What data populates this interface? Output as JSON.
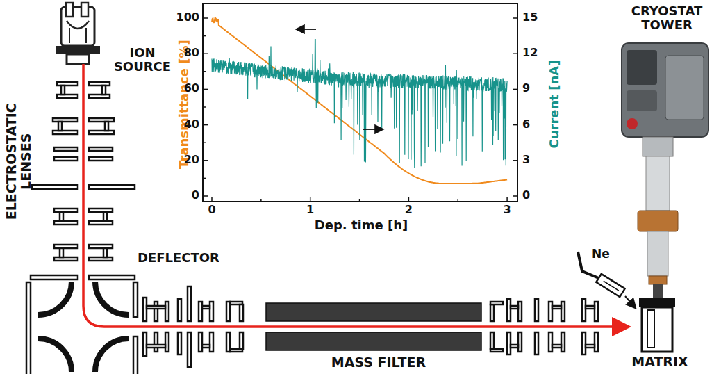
{
  "diagram": {
    "labels": [
      "ION SOURCE",
      "ELECTROSTATIC LENSES",
      "DEFLECTOR",
      "MASS FILTER",
      "MATRIX",
      "CRYOSTAT TOWER",
      "Ne",
      "Transmittance [%]",
      "Current [nA]",
      "Dep. time [h]",
      "100",
      "80",
      "60",
      "40",
      "20",
      "0",
      "15",
      "12",
      "9",
      "6",
      "3",
      "0",
      "0",
      "1",
      "2",
      "3"
    ]
  }
}
